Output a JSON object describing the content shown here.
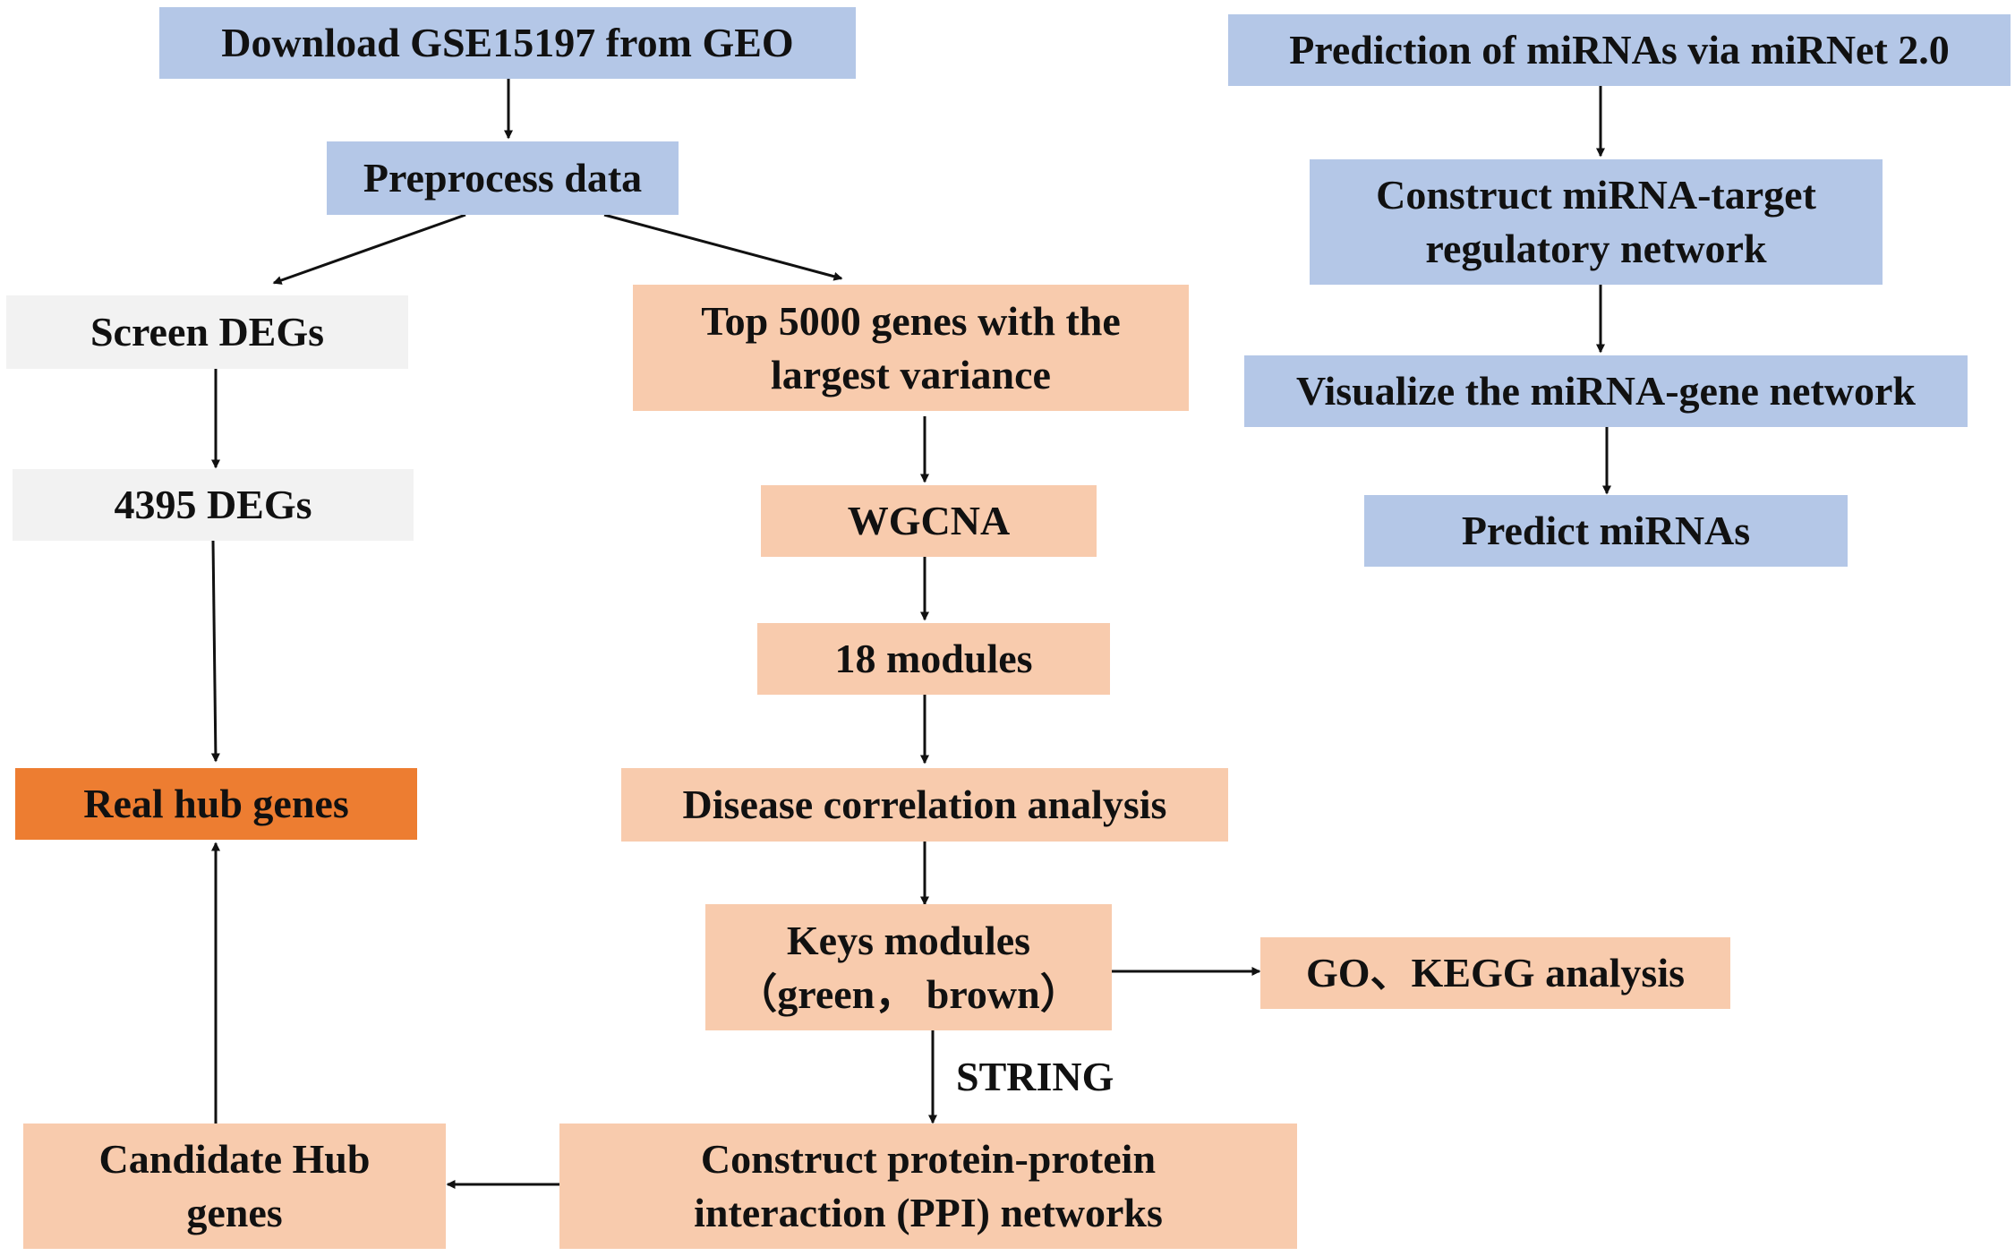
{
  "colors": {
    "blue": "#b4c7e7",
    "peach": "#f8cbad",
    "grey": "#f2f2f2",
    "orange": "#ed7d31",
    "arrow": "#111111"
  },
  "nodes": {
    "download": "Download GSE15197 from GEO",
    "preprocess": "Preprocess data",
    "screen": "Screen DEGs",
    "degs": "4395 DEGs",
    "real_hub": "Real hub genes",
    "candidate_hub": "Candidate Hub\ngenes",
    "top5000": "Top 5000 genes with the\nlargest variance",
    "wgcna": "WGCNA",
    "modules18": "18 modules",
    "disease_corr": "Disease correlation analysis",
    "key_modules": "Keys modules\n（green， brown）",
    "go_kegg": "GO、KEGG analysis",
    "ppi": "Construct protein-protein\ninteraction (PPI) networks",
    "mirnet": "Prediction of  miRNAs via miRNet 2.0",
    "construct_mirna": "Construct miRNA-target\nregulatory network",
    "visualize": "Visualize the miRNA-gene network",
    "predict": "Predict miRNAs"
  },
  "edge_labels": {
    "string": "STRING"
  }
}
